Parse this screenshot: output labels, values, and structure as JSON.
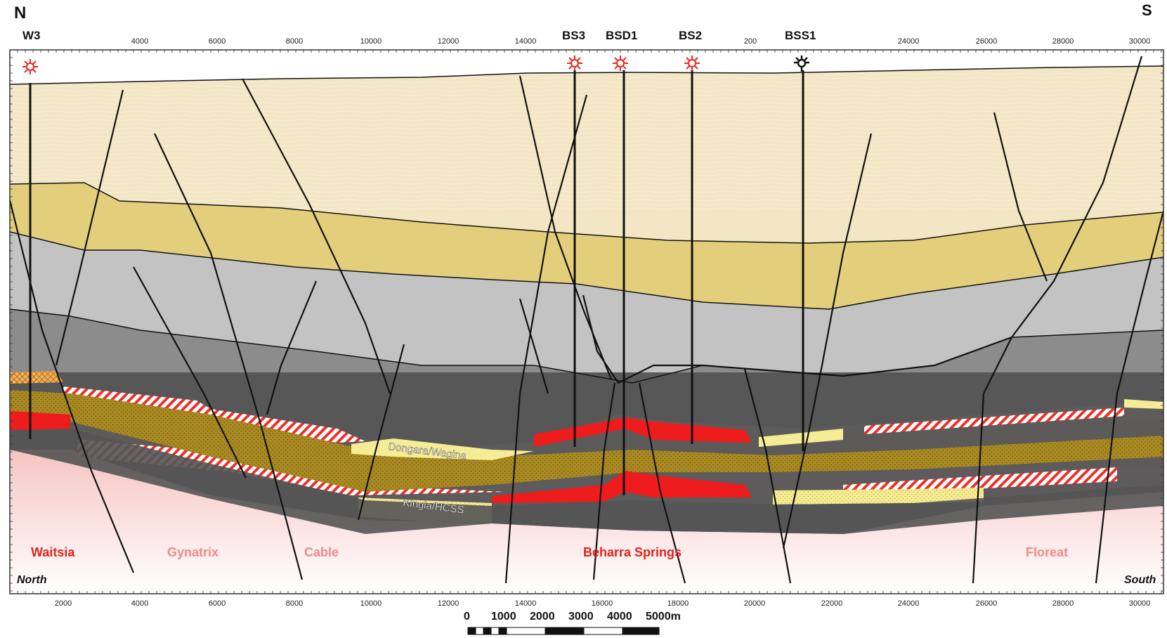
{
  "orientation": {
    "left": "N",
    "right": "S"
  },
  "axis": {
    "top_ticks": [
      "4000",
      "6000",
      "8000",
      "10000",
      "12000",
      "14000",
      "200",
      "24000",
      "26000",
      "28000",
      "30000"
    ],
    "bottom_ticks": [
      "2000",
      "4000",
      "6000",
      "8000",
      "10000",
      "12000",
      "14000",
      "16000",
      "18000",
      "20000",
      "22000",
      "24000",
      "26000",
      "28000",
      "30000"
    ]
  },
  "wells": [
    {
      "name": "W3",
      "status_color": "#e8281e"
    },
    {
      "name": "BS3",
      "status_color": "#e8281e"
    },
    {
      "name": "BSD1",
      "status_color": "#e8281e"
    },
    {
      "name": "BS2",
      "status_color": "#e8281e"
    },
    {
      "name": "BSS1",
      "status_color": "#111111"
    }
  ],
  "fields": [
    {
      "name": "Waitsia",
      "color": "#e0231c"
    },
    {
      "name": "Gynatrix",
      "color": "#ee8a88"
    },
    {
      "name": "Cable",
      "color": "#ee8a88"
    },
    {
      "name": "Beharra Springs",
      "color": "#e0231c"
    },
    {
      "name": "Floreat",
      "color": "#ee8a88"
    }
  ],
  "horizon_labels": [
    "Dongara/Wagina",
    "Kingia/HCSS"
  ],
  "corner_labels": {
    "left": "North",
    "right": "South"
  },
  "scale_bar": {
    "labels": [
      "0",
      "1000",
      "2000",
      "3000",
      "4000",
      "5000m"
    ]
  },
  "colors": {
    "cream": "#f3e6c4",
    "yellow_band": "#e3cf7b",
    "light_grey": "#c3c3c3",
    "mid_grey": "#8c8c8c",
    "dark_grey": "#545454",
    "gas_red": "#ee1c1c",
    "olive_sand": "#a98a22",
    "pale_yellow": "#f5ec96",
    "basement_pink": "#f7c9c6"
  }
}
